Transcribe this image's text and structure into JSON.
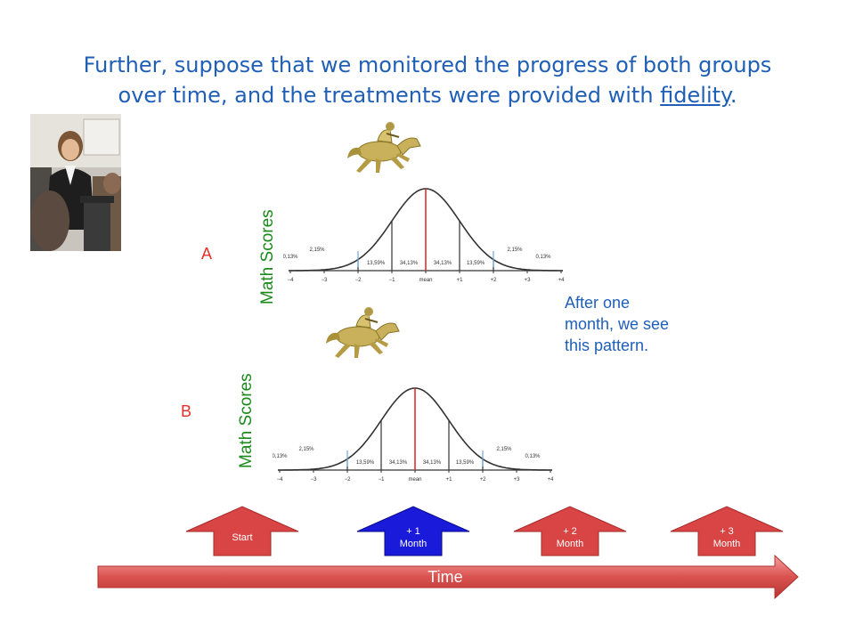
{
  "title": {
    "line1": "Further, suppose that we monitored the progress of both groups",
    "line2_prefix": "over time, and the treatments were provided with ",
    "line2_link": "fidelity",
    "line2_suffix": "."
  },
  "groups": {
    "a": {
      "label": "A",
      "ylabel": "Math Scores"
    },
    "b": {
      "label": "B",
      "ylabel": "Math Scores"
    }
  },
  "curve": {
    "pct": [
      "0,13%",
      "2,15%",
      "13,59%",
      "34,13%",
      "34,13%",
      "13,59%",
      "2,15%",
      "0,13%"
    ],
    "ticks": [
      "−4",
      "−3",
      "−2",
      "−1",
      "mean",
      "+1",
      "+2",
      "+3",
      "+4"
    ]
  },
  "note": "After one month, we see this pattern.",
  "timeline": {
    "label": "Time",
    "markers": [
      {
        "line1": "Start",
        "line2": "",
        "active": false
      },
      {
        "line1": "+ 1",
        "line2": "Month",
        "active": true
      },
      {
        "line1": "+ 2",
        "line2": "Month",
        "active": false
      },
      {
        "line1": "+ 3",
        "line2": "Month",
        "active": false
      }
    ]
  },
  "colors": {
    "title": "#1f5fb7",
    "ylabel": "#1a8a1a",
    "group_label": "#e0322b",
    "mean_line": "#e03030",
    "marker_red": "#d94545",
    "marker_blue": "#1a1adb"
  },
  "icons": {
    "presenter": "presenter-photo",
    "horse": "racehorse-icon"
  }
}
